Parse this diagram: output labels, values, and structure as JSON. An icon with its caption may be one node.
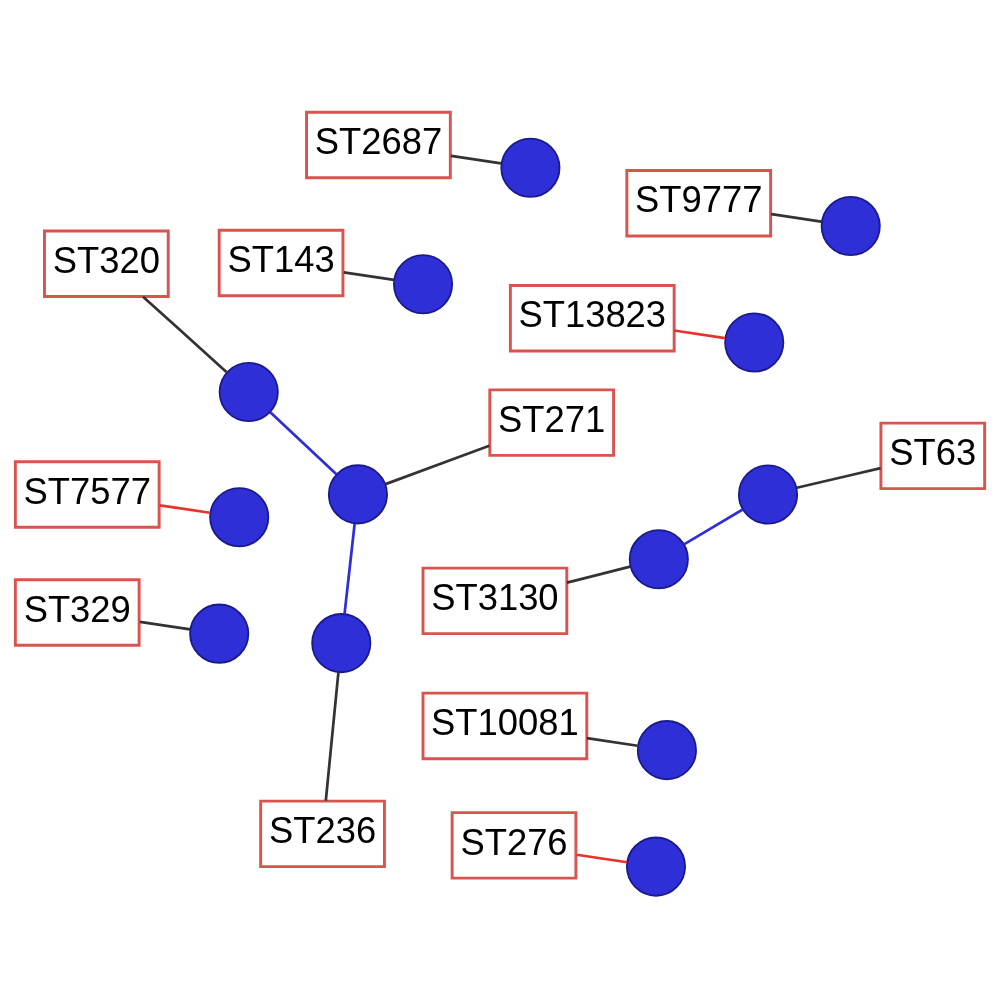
{
  "diagram": {
    "nodes": [
      {
        "text": [
          "ST3130"
        ]
      },
      {
        "text": [
          "ST63"
        ]
      },
      {
        "text": [
          "ST143"
        ]
      },
      {
        "text": [
          "ST9777"
        ]
      },
      {
        "text": [
          "ST13823"
        ]
      },
      {
        "text": [
          "ST7577"
        ]
      },
      {
        "text": [
          "ST320"
        ]
      },
      {
        "text": [
          "ST271"
        ]
      },
      {
        "text": [
          "ST10081"
        ]
      },
      {
        "text": [
          "ST329"
        ]
      },
      {
        "text": [
          "ST236"
        ]
      },
      {
        "text": [
          "ST276"
        ]
      },
      {
        "text": [
          "ST2687"
        ]
      },
      {
        "text": [],
        "shape": "circle"
      },
      {
        "text": [],
        "shape": "circle"
      },
      {
        "text": [],
        "shape": "circle"
      },
      {
        "text": [],
        "shape": "circle"
      },
      {
        "text": [],
        "shape": "circle"
      },
      {
        "text": [],
        "shape": "circle"
      },
      {
        "text": [],
        "shape": "circle"
      },
      {
        "text": [],
        "shape": "circle"
      },
      {
        "text": [],
        "shape": "circle"
      },
      {
        "text": [],
        "shape": "circle"
      },
      {
        "text": [],
        "shape": "circle"
      },
      {
        "text": [],
        "shape": "circle"
      },
      {
        "text": [],
        "shape": "circle"
      }
    ],
    "edges": [
      {
        "from": 0,
        "to": 13,
        "arrow": "none"
      },
      {
        "from": 1,
        "to": 14,
        "arrow": "none"
      },
      {
        "from": 2,
        "to": 15,
        "arrow": "none"
      },
      {
        "from": 3,
        "to": 16,
        "arrow": "none"
      },
      {
        "from": 4,
        "to": 17,
        "arrow": "none",
        "color": "#e8322e"
      },
      {
        "from": 5,
        "to": 18,
        "arrow": "none",
        "color": "#e8322e"
      },
      {
        "from": 6,
        "to": 19,
        "arrow": "none"
      },
      {
        "from": 7,
        "to": 20,
        "arrow": "none"
      },
      {
        "from": 8,
        "to": 21,
        "arrow": "none"
      },
      {
        "from": 9,
        "to": 22,
        "arrow": "none"
      },
      {
        "from": 10,
        "to": 23,
        "arrow": "none"
      },
      {
        "from": 11,
        "to": 24,
        "arrow": "none",
        "color": "#e8322e"
      },
      {
        "from": 12,
        "to": 25,
        "arrow": "none"
      },
      {
        "from": 14,
        "to": 13,
        "arrow": "none",
        "color": "#2f2fd8"
      },
      {
        "from": 19,
        "to": 20,
        "arrow": "none",
        "color": "#2f2fd8"
      },
      {
        "from": 20,
        "to": 23,
        "arrow": "none",
        "color": "#2f2fd8"
      }
    ]
  }
}
